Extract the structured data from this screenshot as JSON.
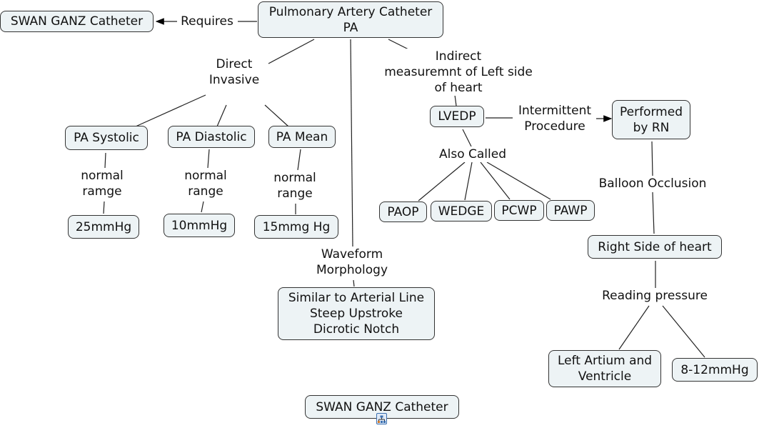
{
  "concepts": {
    "pa": [
      "Pulmonary Artery Catheter",
      "PA"
    ],
    "swan_top": "SWAN GANZ Catheter",
    "pa_systolic": "PA Systolic",
    "pa_diastolic": "PA Diastolic",
    "pa_mean": "PA Mean",
    "v25": "25mmHg",
    "v10": "10mmHg",
    "v15": "15mmg Hg",
    "lvedp": "LVEDP",
    "paop": "PAOP",
    "wedge": "WEDGE",
    "pcwp": "PCWP",
    "pawp": "PAWP",
    "performed": [
      "Performed",
      "by RN"
    ],
    "right_side": "Right Side of heart",
    "left_atrium": [
      "Left Artium and",
      "Ventricle"
    ],
    "v812": "8-12mmHg",
    "waveform_box": [
      "Similar to Arterial Line",
      "Steep Upstroke",
      "Dicrotic Notch"
    ],
    "swan_bottom": "SWAN GANZ Catheter"
  },
  "linking_phrases": {
    "requires": "Requires",
    "direct": [
      "Direct",
      "Invasive"
    ],
    "indirect": [
      "Indirect",
      "measuremnt of Left side",
      "of heart"
    ],
    "normal_ramge": [
      "normal",
      "ramge"
    ],
    "normal_range_1": [
      "normal",
      "range"
    ],
    "normal_range_2": [
      "normal",
      "range"
    ],
    "also_called": "Also Called",
    "intermittent": [
      "Intermittent",
      "Procedure"
    ],
    "balloon": "Balloon Occlusion",
    "reading": "Reading pressure",
    "waveform": [
      "Waveform",
      "Morphology"
    ]
  },
  "icons": {
    "submap": "concept-map-submap-icon"
  }
}
